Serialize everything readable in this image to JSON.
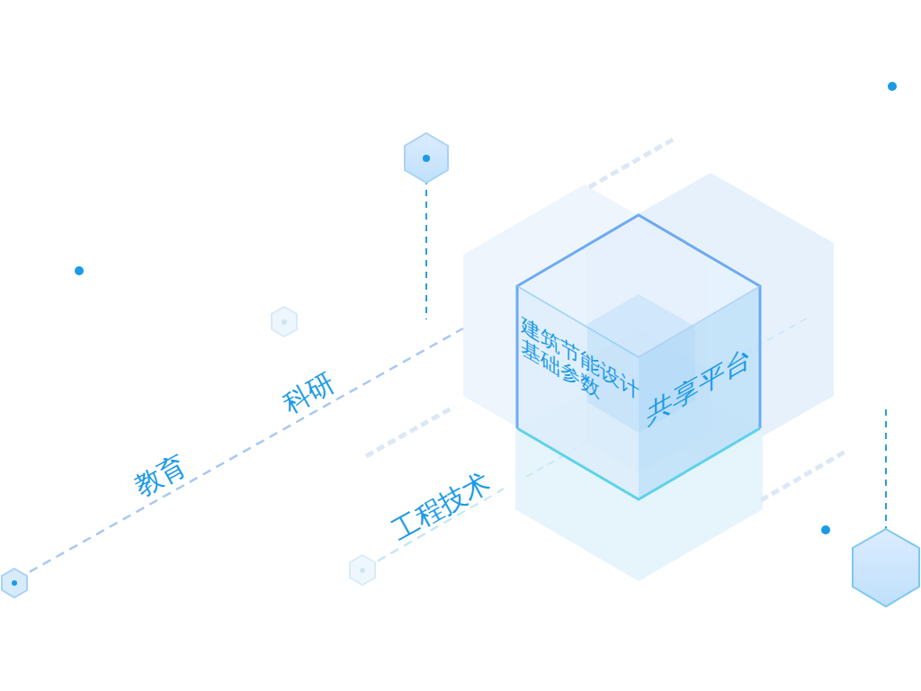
{
  "diagram": {
    "nodes": [
      {
        "text": [
          "建筑节能设计 基础参数",
          "共享平台"
        ]
      }
    ],
    "labels": [
      "教育",
      "科研",
      "工程技术"
    ]
  }
}
